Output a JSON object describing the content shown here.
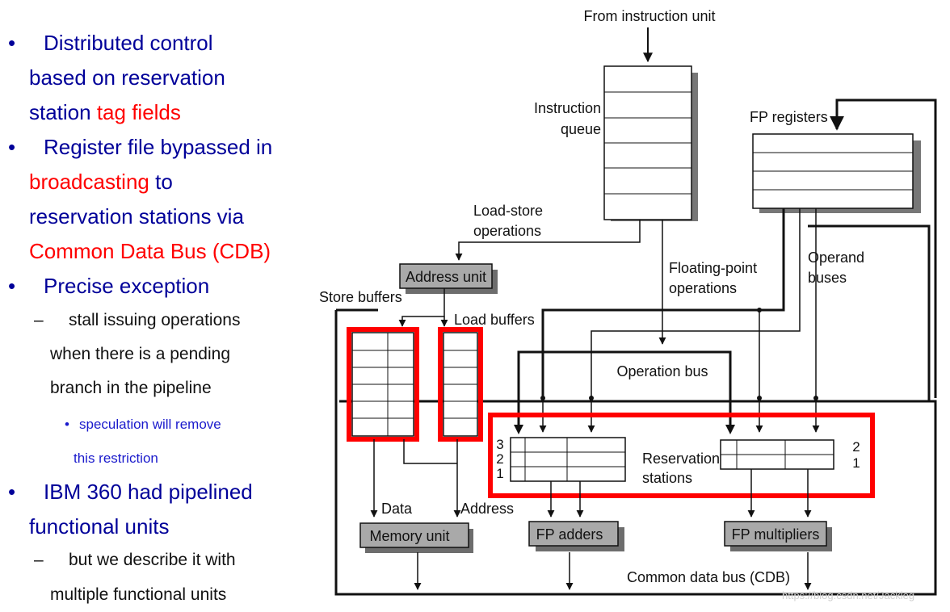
{
  "bullets": {
    "b1": {
      "line1": "Distributed control",
      "line2": "based on reservation",
      "line3a": "station ",
      "line3b": "tag fields"
    },
    "b2": {
      "line1": "Register file bypassed in",
      "line2a": "broadcasting",
      "line2b": " to",
      "line3": "reservation stations via",
      "line4": "Common Data Bus (CDB)"
    },
    "b3": {
      "line1": "Precise exception",
      "sub1": {
        "line1": "stall issuing operations",
        "line2": "when there is a pending",
        "line3": "branch in the pipeline"
      },
      "subsub1": {
        "line1": "speculation will remove",
        "line2": "this restriction"
      }
    },
    "b4": {
      "line1": "IBM 360 had pipelined",
      "line2": "functional units",
      "sub1": {
        "line1": "but we describe it with",
        "line2": "multiple functional units"
      }
    },
    "bullet_glyph": "•",
    "dash_glyph": "–"
  },
  "diagram": {
    "from_instruction_unit": "From instruction unit",
    "instruction_queue_1": "Instruction",
    "instruction_queue_2": "queue",
    "fp_registers": "FP registers",
    "load_store_1": "Load-store",
    "load_store_2": "operations",
    "address_unit": "Address unit",
    "floating_point_1": "Floating-point",
    "floating_point_2": "operations",
    "operand_buses_1": "Operand",
    "operand_buses_2": "buses",
    "store_buffers": "Store buffers",
    "load_buffers": "Load buffers",
    "operation_bus": "Operation bus",
    "rs_label_1": "Reservation",
    "rs_label_2": "stations",
    "rs_left_3": "3",
    "rs_left_2": "2",
    "rs_left_1": "1",
    "rs_right_2": "2",
    "rs_right_1": "1",
    "data": "Data",
    "address": "Address",
    "memory_unit": "Memory unit",
    "fp_adders": "FP adders",
    "fp_multipliers": "FP multipliers",
    "cdb": "Common data bus (CDB)"
  },
  "watermark": "https://blog.csdn.net/Jackleg",
  "colors": {
    "bullet_text": "#000099",
    "highlight": "#ff0000",
    "sub_text": "#111111",
    "subsub_text": "#1a1acc",
    "unit_fill": "#a9a9a9"
  }
}
